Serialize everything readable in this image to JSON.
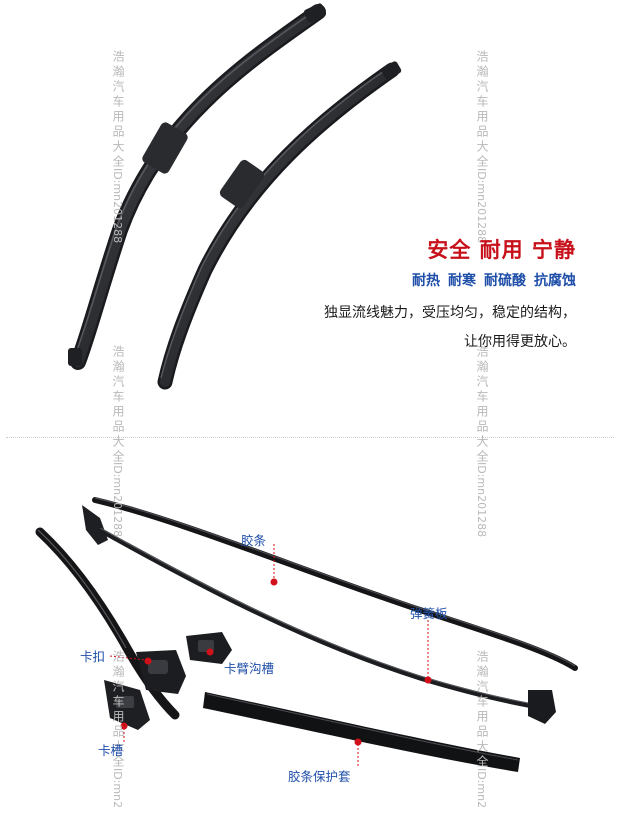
{
  "watermarks": {
    "shop": "浩瀚汽车用品大全",
    "id": "ID:mn201288",
    "id_cut": "ID:mn2"
  },
  "promo": {
    "headline": "安全 耐用 宁静",
    "features": [
      "耐热",
      "耐寒",
      "耐硫酸",
      "抗腐蚀"
    ],
    "description_line1": "独显流线魅力，受压均匀，稳定的结构，",
    "description_line2": "让你用得更放心。"
  },
  "parts_labels": {
    "rubber_strip": "胶条",
    "spring_plate": "弹簧板",
    "clip": "卡扣",
    "arm_groove": "卡臂沟槽",
    "slot": "卡槽",
    "strip_sleeve": "胶条保护套"
  },
  "colors": {
    "headline_red": "#c8101a",
    "feature_blue": "#1e4ea8",
    "marker_red": "#d0101a",
    "blade_dark": "#2e2f33"
  }
}
